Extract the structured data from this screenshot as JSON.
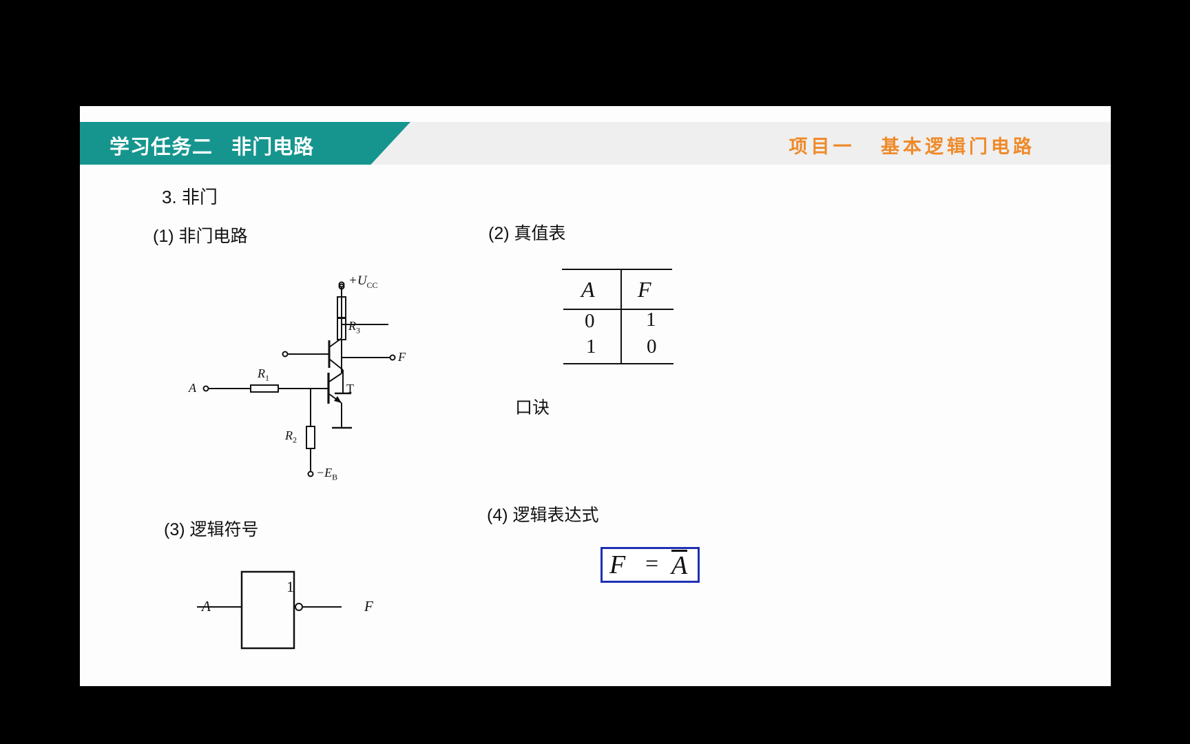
{
  "header": {
    "task_title": "学习任务二   非门电路",
    "project_title": "项目一   基本逻辑门电路"
  },
  "section": {
    "title": "3. 非门"
  },
  "circuit": {
    "heading": "(1) 非门电路",
    "vcc_label_main": "+U",
    "vcc_label_sub": "CC",
    "r3_main": "R",
    "r3_sub": "3",
    "r1_main": "R",
    "r1_sub": "1",
    "r2_main": "R",
    "r2_sub": "2",
    "input_label": "A",
    "output_label": "F",
    "transistor_label": "T",
    "eb_label_main": "−E",
    "eb_label_sub": "B"
  },
  "truth_table": {
    "heading": "(2) 真值表",
    "columns": [
      "A",
      "F"
    ],
    "rows": [
      [
        "0",
        "1"
      ],
      [
        "1",
        "0"
      ]
    ]
  },
  "mnemonic": {
    "label": "口诀"
  },
  "symbol": {
    "heading": "(3) 逻辑符号",
    "gate_label": "1",
    "input_label": "A",
    "output_label": "F"
  },
  "expression": {
    "heading": "(4) 逻辑表达式",
    "lhs": "F",
    "eq": "=",
    "rhs": "A"
  },
  "colors": {
    "banner_teal": "#16958f",
    "banner_gray": "#efefef",
    "project_orange": "#ef8a2a",
    "formula_border": "#1f2fb0"
  }
}
